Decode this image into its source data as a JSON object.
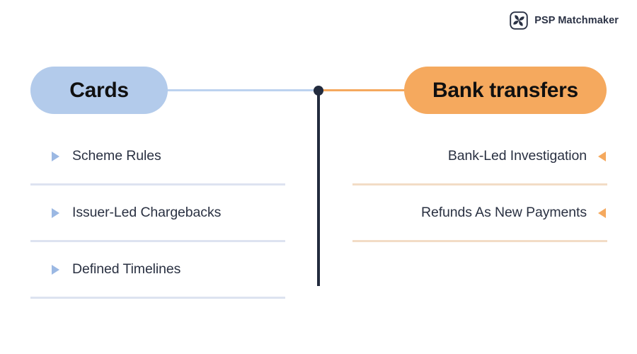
{
  "brand": {
    "name": "PSP Matchmaker",
    "icon": "pinwheel-logo-icon"
  },
  "diagram": {
    "type": "two-column-comparison",
    "connector": {
      "left_line_color": "#bcd2ef",
      "right_line_color": "#f5a95e",
      "vertical_line_color": "#222b3e",
      "dot_color": "#222b3e"
    },
    "left": {
      "title": "Cards",
      "pill_color": "#b3cbeb",
      "bullet_icon": "triangle-right-icon",
      "bullet_color": "#9bb8e3",
      "divider_color": "#dde3f0",
      "items": [
        {
          "label": "Scheme Rules"
        },
        {
          "label": "Issuer-Led Chargebacks"
        },
        {
          "label": "Defined Timelines"
        }
      ]
    },
    "right": {
      "title": "Bank transfers",
      "pill_color": "#f5a95e",
      "bullet_icon": "triangle-left-icon",
      "bullet_color": "#f5a95e",
      "divider_color": "#f2dcc6",
      "items": [
        {
          "label": "Bank-Led Investigation"
        },
        {
          "label": "Refunds As New Payments"
        }
      ]
    }
  }
}
